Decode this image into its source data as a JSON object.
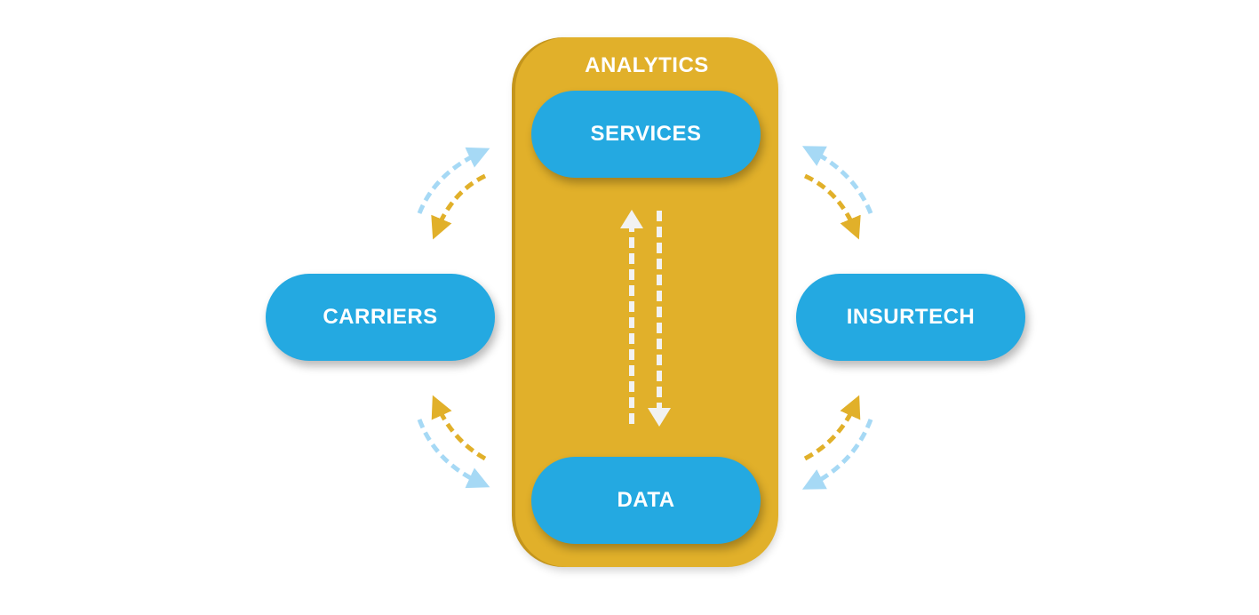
{
  "diagram": {
    "hub": {
      "title": "ANALYTICS",
      "top_node": "SERVICES",
      "bottom_node": "DATA"
    },
    "left_node": "CARRIERS",
    "right_node": "INSURTECH",
    "colors": {
      "hub": "#e1b02a",
      "node": "#24a9e1",
      "arrow_blue": "#a6d9f5",
      "arrow_gold": "#e1b02a",
      "arrow_white": "#f2f2f2",
      "text": "#ffffff"
    }
  }
}
